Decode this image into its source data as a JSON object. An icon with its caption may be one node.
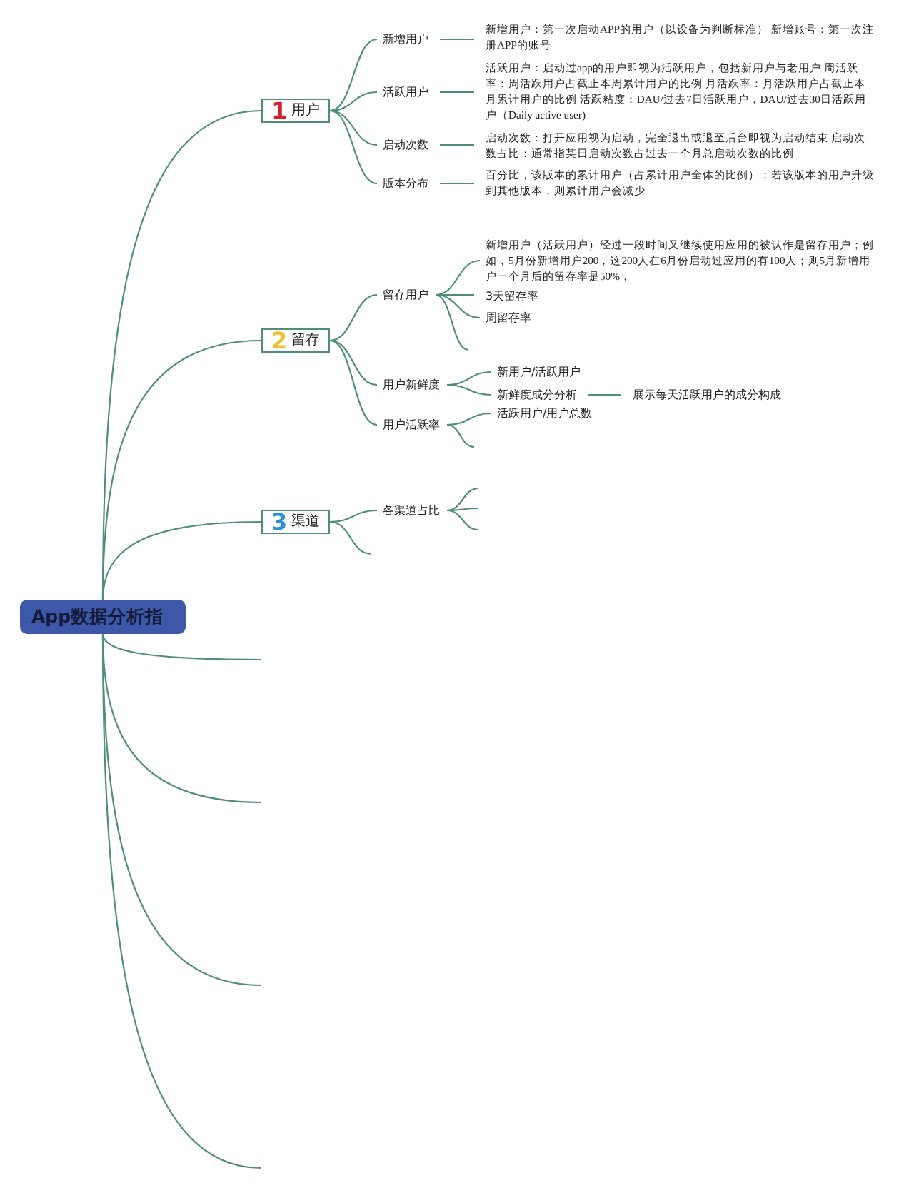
{
  "diagram": {
    "nodes": [
      {
        "text": [
          "App数据分析指"
        ]
      },
      {
        "text": [
          "1",
          "用户"
        ]
      },
      {
        "text": [
          "新增用户"
        ]
      },
      {
        "text": [
          "新增用户：第一次启动APP的用户（以设备为判断标准） 新增账号：第一次注册APP的账号"
        ]
      },
      {
        "text": [
          "活跃用户"
        ]
      },
      {
        "text": [
          "活跃用户：启动过app的用户即视为活跃用户，包括新用户与老用户 周活跃率：周活跃用户占截止本周累计用户的比例 月活跃率：月活跃用户占截止本月累计用户的比例 活跃粘度：DAU/过去7日活跃用户，DAU/过去30日活跃用户（Daily active user)"
        ]
      },
      {
        "text": [
          "启动次数"
        ]
      },
      {
        "text": [
          "启动次数：打开应用视为启动，完全退出或退至后台即视为启动结束 启动次数占比：通常指某日启动次数占过去一个月总启动次数的比例"
        ]
      },
      {
        "text": [
          "版本分布"
        ]
      },
      {
        "text": [
          "百分比，该版本的累计用户（占累计用户全体的比例）；若该版本的用户升级到其他版本，则累计用户会减少"
        ]
      },
      {
        "text": [
          "2",
          "留存"
        ]
      },
      {
        "text": [
          "留存用户"
        ]
      },
      {
        "text": [
          "新增用户（活跃用户）经过一段时间又继续使用应用的被认作是留存用户；例如，5月份新增用户200，这200人在6月份启动过应用的有100人；则5月新增用户一个月后的留存率是50%，"
        ]
      },
      {
        "text": [
          "3天留存率"
        ]
      },
      {
        "text": [
          "周留存率"
        ]
      },
      {
        "text": [
          "用户新鲜度"
        ]
      },
      {
        "text": [
          "新用户/活跃用户"
        ]
      },
      {
        "text": [
          "新鲜度成分分析"
        ]
      },
      {
        "text": [
          "展示每天活跃用户的成分构成"
        ]
      },
      {
        "text": [
          "用户活跃率"
        ]
      },
      {
        "text": [
          "活跃用户/用户总数"
        ]
      },
      {
        "text": [
          "3",
          "渠道"
        ]
      },
      {
        "text": [
          "各渠道占比"
        ]
      }
    ],
    "edges": [
      {
        "from": 0,
        "to": 1,
        "arrow": "none"
      },
      {
        "from": 0,
        "to": 10,
        "arrow": "none"
      },
      {
        "from": 0,
        "to": 21,
        "arrow": "none"
      },
      {
        "from": 0,
        "to": null,
        "arrow": "none"
      },
      {
        "from": 0,
        "to": null,
        "arrow": "none"
      },
      {
        "from": 0,
        "to": null,
        "arrow": "none"
      },
      {
        "from": 0,
        "to": null,
        "arrow": "none"
      },
      {
        "from": 1,
        "to": 2,
        "arrow": "none"
      },
      {
        "from": 1,
        "to": 4,
        "arrow": "none"
      },
      {
        "from": 1,
        "to": 6,
        "arrow": "none"
      },
      {
        "from": 1,
        "to": 8,
        "arrow": "none"
      },
      {
        "from": 2,
        "to": 3,
        "arrow": "none"
      },
      {
        "from": 4,
        "to": 5,
        "arrow": "none"
      },
      {
        "from": 6,
        "to": 7,
        "arrow": "none"
      },
      {
        "from": 8,
        "to": 9,
        "arrow": "none"
      },
      {
        "from": 10,
        "to": 11,
        "arrow": "none"
      },
      {
        "from": 10,
        "to": 15,
        "arrow": "none"
      },
      {
        "from": 10,
        "to": 19,
        "arrow": "none"
      },
      {
        "from": 11,
        "to": 12,
        "arrow": "none"
      },
      {
        "from": 11,
        "to": 13,
        "arrow": "none"
      },
      {
        "from": 11,
        "to": 14,
        "arrow": "none"
      },
      {
        "from": 11,
        "to": null,
        "arrow": "none"
      },
      {
        "from": 15,
        "to": 16,
        "arrow": "none"
      },
      {
        "from": 15,
        "to": 17,
        "arrow": "none"
      },
      {
        "from": 17,
        "to": 18,
        "arrow": "none"
      },
      {
        "from": 19,
        "to": 20,
        "arrow": "none"
      },
      {
        "from": 19,
        "to": null,
        "arrow": "none"
      },
      {
        "from": 21,
        "to": 22,
        "arrow": "none"
      },
      {
        "from": 21,
        "to": null,
        "arrow": "none"
      },
      {
        "from": 22,
        "to": null,
        "arrow": "none"
      },
      {
        "from": 22,
        "to": null,
        "arrow": "none"
      },
      {
        "from": 22,
        "to": null,
        "arrow": "none"
      }
    ]
  }
}
